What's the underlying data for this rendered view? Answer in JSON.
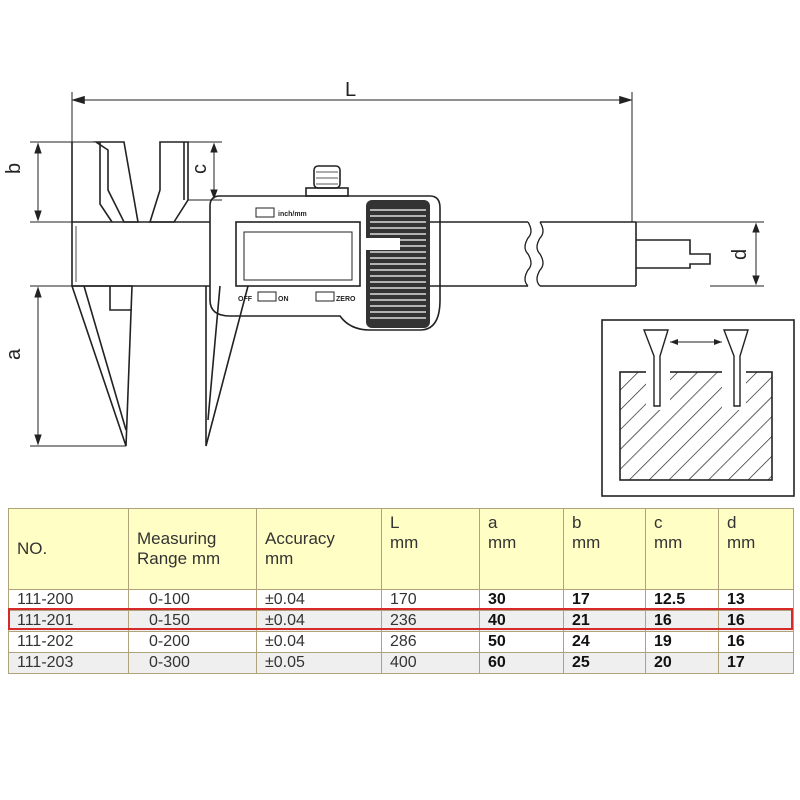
{
  "diagram": {
    "labels": {
      "L": "L",
      "a": "a",
      "b": "b",
      "c": "c",
      "d": "d"
    },
    "display": {
      "unit_toggle": "inch/mm",
      "off": "OFF",
      "on": "ON",
      "zero": "ZERO"
    }
  },
  "table": {
    "headers": [
      {
        "line1": "NO.",
        "line2": ""
      },
      {
        "line1": "Measuring",
        "line2": "Range mm"
      },
      {
        "line1": "Accuracy",
        "line2": "mm"
      },
      {
        "line1": "L",
        "line2": "mm"
      },
      {
        "line1": "a",
        "line2": "mm"
      },
      {
        "line1": "b",
        "line2": "mm"
      },
      {
        "line1": "c",
        "line2": "mm"
      },
      {
        "line1": "d",
        "line2": "mm"
      }
    ],
    "rows": [
      [
        "111-200",
        "0-100",
        "±0.04",
        "170",
        "30",
        "17",
        "12.5",
        "13"
      ],
      [
        "111-201",
        "0-150",
        "±0.04",
        "236",
        "40",
        "21",
        "16",
        "16"
      ],
      [
        "111-202",
        "0-200",
        "±0.04",
        "286",
        "50",
        "24",
        "19",
        "16"
      ],
      [
        "111-203",
        "0-300",
        "±0.05",
        "400",
        "60",
        "25",
        "20",
        "17"
      ]
    ],
    "highlighted_row": 1,
    "colors": {
      "header_bg": "#fffec4",
      "highlight": "#d62a2a",
      "alt_row": "#efefef"
    }
  }
}
